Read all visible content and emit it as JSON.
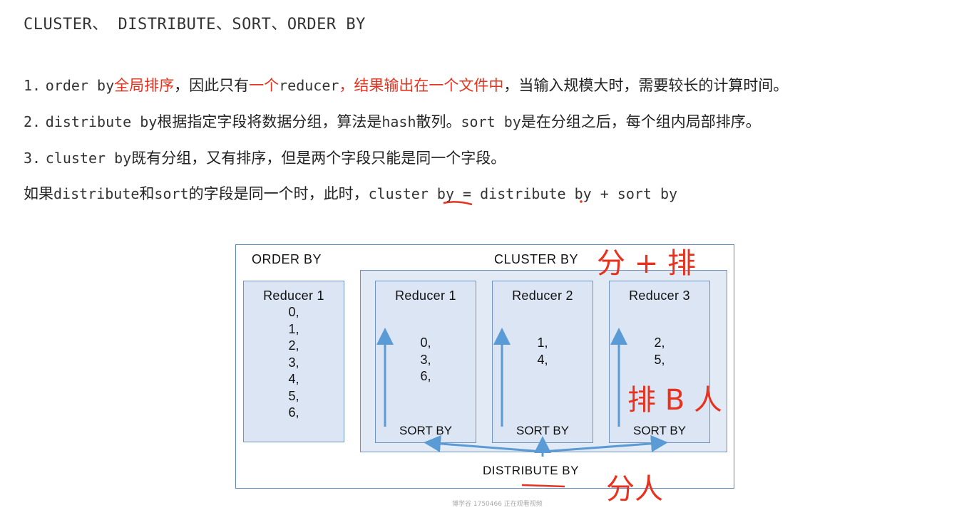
{
  "title": "CLUSTER、  DISTRIBUTE、SORT、ORDER BY",
  "items": [
    {
      "num": "1.",
      "seg1": "order by",
      "seg2": "全局排序",
      "seg3": "，因此只有",
      "seg4": "一个",
      "seg5": "reducer",
      "seg6": "，结果输出在一个文件中",
      "seg7": "，当输入规模大时，需要较长的计算时间。"
    },
    {
      "num": "2.",
      "seg1": "distribute by",
      "seg2": "根据指定字段将数据分组，算法是",
      "seg3": "hash",
      "seg4": "散列。",
      "seg5": "sort by",
      "seg6": "是在分组之后，每个组内局部排序。"
    },
    {
      "num": "3.",
      "seg1": "cluster by",
      "seg2": "既有分组，又有排序，但是两个字段只能是同一个字段。"
    }
  ],
  "summary": {
    "p1": "如果",
    "p2": "distribute",
    "p3": "和",
    "p4": "sort",
    "p5": "的字段是同一个时，此时，",
    "p6": "cluster by = distribute by + sort by"
  },
  "diagram": {
    "order_by_label": "ORDER BY",
    "cluster_by_label": "CLUSTER BY",
    "distribute_by_label": "DISTRIBUTE BY",
    "order_reducer": {
      "title": "Reducer 1",
      "values": [
        "0,",
        "1,",
        "2,",
        "3,",
        "4,",
        "5,",
        "6,"
      ]
    },
    "cluster_reducers": [
      {
        "title": "Reducer 1",
        "values": [
          "0,",
          "3,",
          "6,"
        ],
        "sort_label": "SORT BY"
      },
      {
        "title": "Reducer 2",
        "values": [
          "1,",
          "4,"
        ],
        "sort_label": "SORT BY"
      },
      {
        "title": "Reducer 3",
        "values": [
          "2,",
          "5,"
        ],
        "sort_label": "SORT BY"
      }
    ]
  },
  "handwriting": {
    "note1": "分 + 排",
    "note2": "排 B 人",
    "note3": "分人"
  },
  "watermark": "博学谷 1750466 正在观看视频",
  "colors": {
    "accent_red": "#e8321e",
    "box_fill": "#dbe5f3",
    "box_border": "#6e93c4",
    "arrow_blue": "#5b9bd5"
  }
}
